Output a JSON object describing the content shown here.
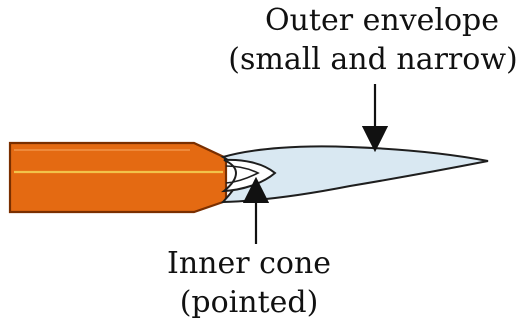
{
  "diagram": {
    "labels": {
      "top_partial": "",
      "outer_title": "Outer envelope",
      "outer_subtitle": "(small and narrow)",
      "inner_title": "Inner cone",
      "inner_subtitle": "(pointed)"
    },
    "colors": {
      "nozzle_fill": "#e46a12",
      "nozzle_stroke": "#7a2f00",
      "flame_fill": "#d9e8f2",
      "flame_stroke": "#1e1e1e",
      "inner_line": "#f2c34a",
      "arrow": "#111111"
    }
  }
}
